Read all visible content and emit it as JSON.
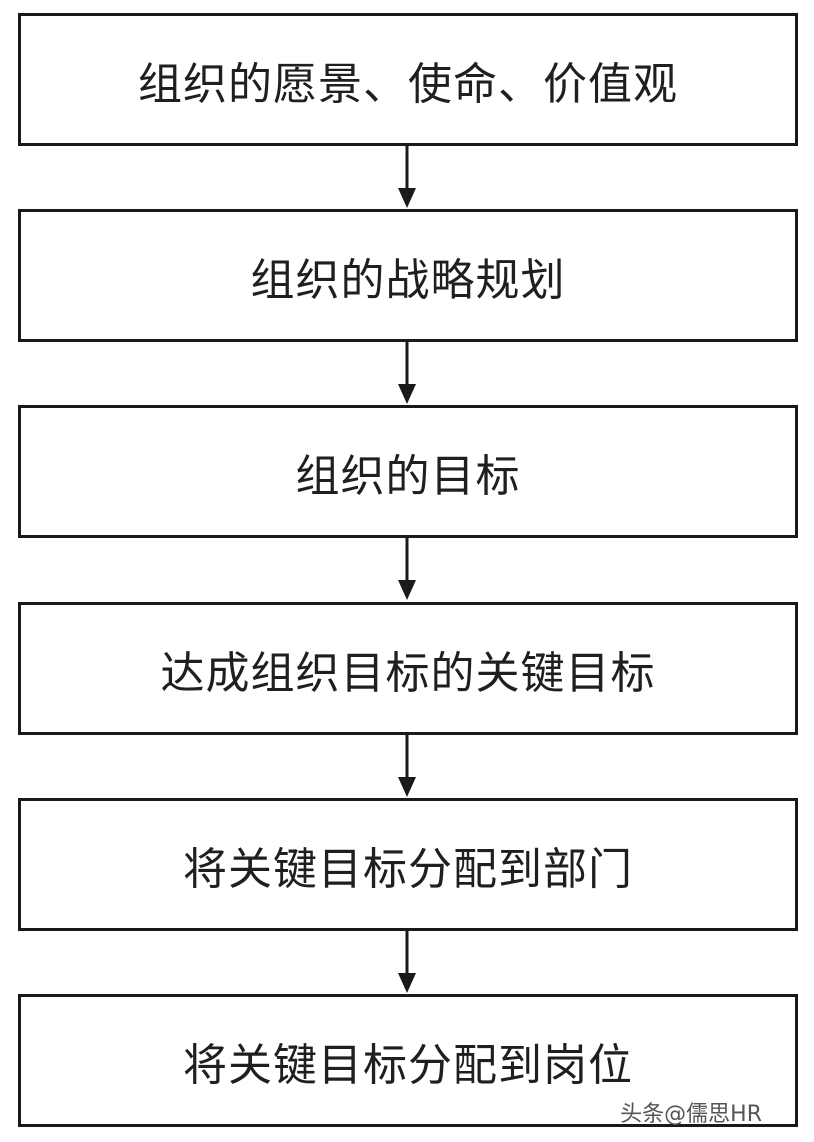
{
  "flowchart": {
    "steps": [
      {
        "label": "组织的愿景、使命、价值观"
      },
      {
        "label": "组织的战略规划"
      },
      {
        "label": "组织的目标"
      },
      {
        "label": "达成组织目标的关键目标"
      },
      {
        "label": "将关键目标分配到部门"
      },
      {
        "label": "将关键目标分配到岗位"
      }
    ]
  },
  "watermark": {
    "text": "头条@儒思HR"
  },
  "colors": {
    "border": "#1a1a1a",
    "text": "#1f1f1f",
    "background": "#ffffff"
  }
}
